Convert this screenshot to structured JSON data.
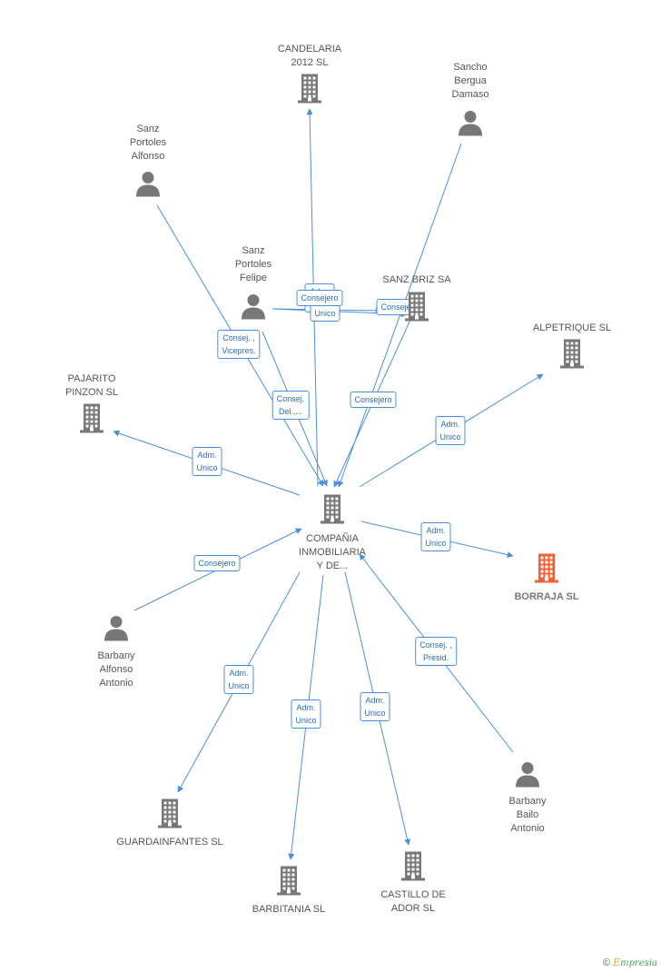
{
  "colors": {
    "edge": "#4a90d9",
    "node": "#777777",
    "focus": "#f0603a"
  },
  "nodes": [
    {
      "id": "cia",
      "type": "company",
      "label": "COMPAÑIA\nINMOBILIARIA\nY DE..."
    },
    {
      "id": "candelaria",
      "type": "company",
      "label": "CANDELARIA\n2012 SL"
    },
    {
      "id": "sancho",
      "type": "person",
      "label": "Sancho\nBergua\nDamaso"
    },
    {
      "id": "sanzalf",
      "type": "person",
      "label": "Sanz\nPortoles\nAlfonso"
    },
    {
      "id": "sanzfel",
      "type": "person",
      "label": "Sanz\nPortoles\nFelipe"
    },
    {
      "id": "sanzbriz",
      "type": "company",
      "label": "SANZ BRIZ SA"
    },
    {
      "id": "alpetrique",
      "type": "company",
      "label": "ALPETRIQUE SL"
    },
    {
      "id": "pajarito",
      "type": "company",
      "label": "PAJARITO\nPINZON SL"
    },
    {
      "id": "borraja",
      "type": "company",
      "label": "BORRAJA SL",
      "focus": true
    },
    {
      "id": "barbalf",
      "type": "person",
      "label": "Barbany\nAlfonso\nAntonio"
    },
    {
      "id": "barbbai",
      "type": "person",
      "label": "Barbany\nBailo\nAntonio"
    },
    {
      "id": "guarda",
      "type": "company",
      "label": "GUARDAINFANTES SL"
    },
    {
      "id": "barbitania",
      "type": "company",
      "label": "BARBITANIA SL"
    },
    {
      "id": "castillo",
      "type": "company",
      "label": "CASTILLO DE\nADOR SL"
    }
  ],
  "edges": [
    {
      "from": "cia",
      "to": "candelaria",
      "label": "Adm.\nUnico"
    },
    {
      "from": "sanzfel",
      "to": "sanzbriz",
      "label": "Adm.\nUnico"
    },
    {
      "from": "sancho",
      "to": "cia",
      "label": "Consejero"
    },
    {
      "from": "sanzalf",
      "to": "cia",
      "label": "Consej. ,\nVicepres."
    },
    {
      "from": "sanzfel",
      "to": "cia",
      "label": "Consej.\nDel.,..."
    },
    {
      "from": "sanzbriz",
      "to": "cia",
      "label": "Consejero"
    },
    {
      "from": "cia",
      "to": "alpetrique",
      "label": "Adm.\nUnico"
    },
    {
      "from": "cia",
      "to": "pajarito",
      "label": "Adm.\nUnico"
    },
    {
      "from": "cia",
      "to": "borraja",
      "label": "Adm.\nUnico"
    },
    {
      "from": "barbalf",
      "to": "cia",
      "label": "Consejero"
    },
    {
      "from": "barbbai",
      "to": "cia",
      "label": "Consej. ,\nPresid."
    },
    {
      "from": "cia",
      "to": "guarda",
      "label": "Adm.\nUnico"
    },
    {
      "from": "cia",
      "to": "barbitania",
      "label": "Adm.\nUnico"
    },
    {
      "from": "cia",
      "to": "castillo",
      "label": "Adm.\nUnico"
    },
    {
      "from": "sanzfel",
      "to": "sanzbriz",
      "label": "Consejero"
    }
  ],
  "copyright": {
    "symbol": "©",
    "brand_initial": "E",
    "brand_rest": "mpresia"
  }
}
